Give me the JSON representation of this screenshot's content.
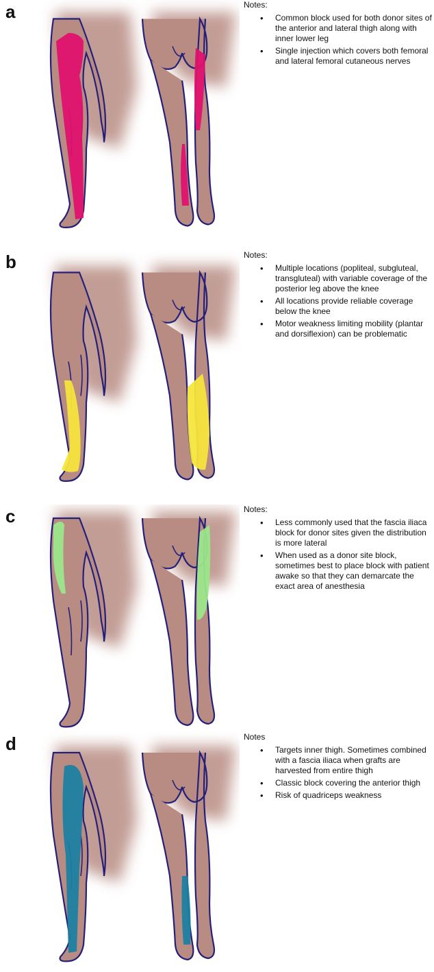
{
  "colors": {
    "skin": "#b88c83",
    "outline": "#24207a",
    "a_region": "#e0126e",
    "b_region": "#f6e53c",
    "c_region": "#9be68a",
    "d_region": "#1d80a0"
  },
  "panels": [
    {
      "letter": "a",
      "notes_title": "Notes:",
      "notes": [
        "Common block used for both donor sites of the anterior and lateral thigh along with inner lower leg",
        "Single injection which covers both femoral and lateral femoral cutaneous nerves"
      ]
    },
    {
      "letter": "b",
      "notes_title": "Notes:",
      "notes": [
        "Multiple locations (popliteal, subgluteal, transgluteal) with variable coverage of the posterior leg above the knee",
        "All locations provide reliable coverage below the knee",
        "Motor weakness limiting mobility (plantar and dorsiflexion) can be problematic"
      ]
    },
    {
      "letter": "c",
      "notes_title": "Notes:",
      "notes": [
        "Less commonly used that the fascia iliaca block for donor sites given the distribution is more lateral",
        "When used as a donor site block, sometimes best to place block with patient awake so that they can demarcate the exact area of anesthesia"
      ]
    },
    {
      "letter": "d",
      "notes_title": "Notes",
      "notes": [
        "Targets inner thigh. Sometimes combined with a fascia iliaca when grafts are harvested from entire thigh",
        "Classic block covering the anterior thigh",
        "Risk of quadriceps weakness"
      ]
    }
  ]
}
